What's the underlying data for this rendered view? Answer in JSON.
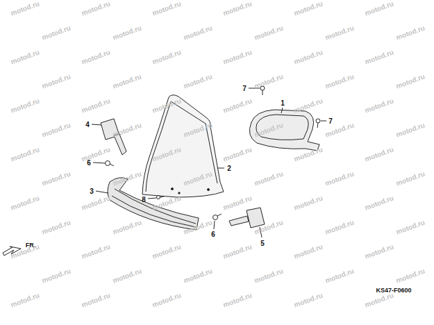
{
  "diagram": {
    "labels": [
      "7",
      "1",
      "7",
      "4",
      "2",
      "6",
      "3",
      "8",
      "6",
      "5",
      "FR.",
      "KS47-F0600",
      "motod.ru",
      "motod.ru",
      "motod.ru",
      "motod.ru",
      "motod.ru",
      "motod.ru",
      "motod.ru",
      "motod.ru",
      "motod.ru",
      "motod.ru",
      "motod.ru",
      "motod.ru",
      "motod.ru",
      "motod.ru",
      "motod.ru",
      "motod.ru",
      "motod.ru",
      "motod.ru",
      "motod.ru",
      "motod.ru",
      "motod.ru",
      "motod.ru",
      "motod.ru",
      "motod.ru",
      "motod.ru",
      "motod.ru",
      "motod.ru",
      "motod.ru",
      "motod.ru",
      "motod.ru",
      "motod.ru",
      "motod.ru",
      "motod.ru",
      "motod.ru",
      "motod.ru",
      "motod.ru",
      "motod.ru",
      "motod.ru",
      "motod.ru",
      "motod.ru",
      "motod.ru",
      "motod.ru",
      "motod.ru",
      "motod.ru",
      "motod.ru",
      "motod.ru",
      "motod.ru",
      "motod.ru",
      "motod.ru",
      "motod.ru",
      "motod.ru",
      "motod.ru",
      "motod.ru",
      "motod.ru",
      "motod.ru",
      "motod.ru",
      "motod.ru",
      "motod.ru",
      "motod.ru",
      "motod.ru",
      "motod.ru",
      "motod.ru",
      "motod.ru",
      "motod.ru",
      "motod.ru",
      "motod.ru",
      "motod.ru",
      "motod.ru",
      "motod.ru",
      "motod.ru",
      "motod.ru",
      "motod.ru",
      "motod.ru",
      "motod.ru",
      "motod.ru",
      "motod.ru",
      "motod.ru",
      "motod.ru"
    ]
  }
}
